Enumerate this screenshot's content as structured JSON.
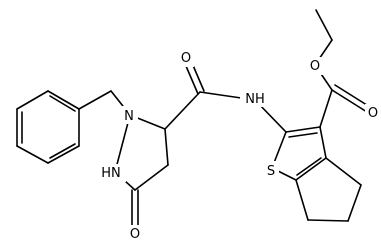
{
  "molecule": {
    "atom_labels": {
      "amide_oxygen": "O",
      "amide_nh": "NH",
      "ester_ether_oxygen": "O",
      "ester_carbonyl_oxygen": "O",
      "pyrazolidine_n1": "N",
      "pyrazolidine_hn": "HN",
      "ketone_oxygen": "O",
      "thiophene_sulfur": "S"
    },
    "colors": {
      "bond": "#000000",
      "label": "#000000",
      "background": "#ffffff"
    }
  }
}
